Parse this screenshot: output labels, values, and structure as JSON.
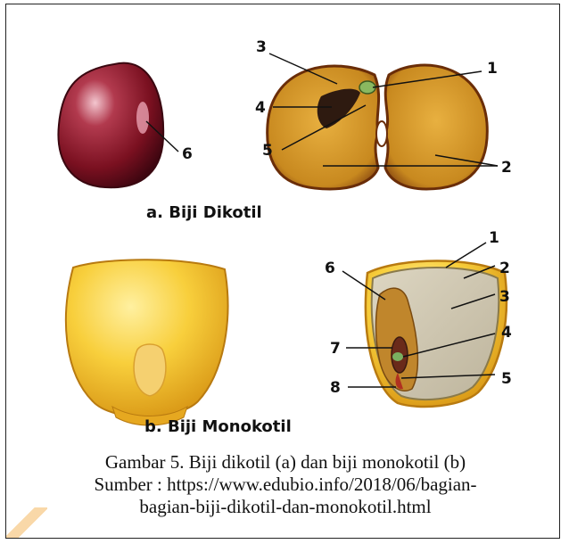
{
  "figure": {
    "dicot": {
      "sublabel": "a. Biji Dikotil",
      "whole_labels": [
        "6"
      ],
      "section_labels": [
        "1",
        "2",
        "3",
        "4",
        "5"
      ]
    },
    "monocot": {
      "sublabel": "b. Biji Monokotil",
      "section_labels": [
        "1",
        "2",
        "3",
        "4",
        "5",
        "6",
        "7",
        "8"
      ]
    }
  },
  "caption": {
    "line1": "Gambar 5. Biji dikotil (a) dan biji monokotil (b)",
    "line2": "Sumber : https://www.edubio.info/2018/06/bagian-",
    "line3": "bagian-biji-dikotil-dan-monokotil.html"
  },
  "colors": {
    "dicot_whole": "#7a1020",
    "dicot_section": "#d99a2a",
    "monocot_kernel": "#f4c430",
    "endosperm": "#cfc8b4",
    "embryo": "#c0862c"
  }
}
